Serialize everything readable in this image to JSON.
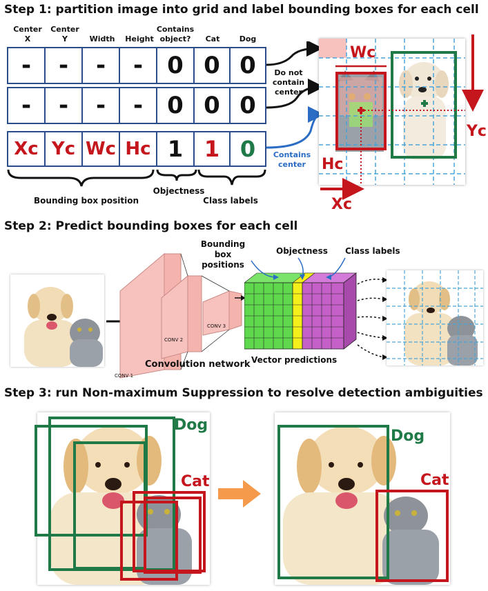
{
  "step1": {
    "title": "Step 1: partition image into grid and label bounding boxes for each cell",
    "headers": [
      "Center\nX",
      "Center\nY",
      "Width",
      "Height",
      "Contains\nobject?",
      "Cat",
      "Dog"
    ],
    "rows": [
      [
        "-",
        "-",
        "-",
        "-",
        "0",
        "0",
        "0"
      ],
      [
        "-",
        "-",
        "-",
        "-",
        "0",
        "0",
        "0"
      ],
      [
        "Xc",
        "Yc",
        "Wc",
        "Hc",
        "1",
        "1",
        "0"
      ]
    ],
    "arrow_label_no": "Do not\ncontain\ncenter",
    "arrow_label_yes": "Contains\ncenter",
    "brace_position": "Bounding box position",
    "brace_objectness": "Objectness",
    "brace_class": "Class labels",
    "grid_labels": {
      "wc": "Wc",
      "yc": "Yc",
      "hc": "Hc",
      "xc": "Xc"
    }
  },
  "step2": {
    "title": "Step 2: Predict bounding boxes for each cell",
    "conv1": "CONV 1",
    "conv2": "CONV 2",
    "conv3": "CONV 3",
    "conv_network": "Convolution network",
    "vector_predictions": "Vector  predictions",
    "bbox_positions": "Bounding box\npositions",
    "objectness": "Objectness",
    "class_labels": "Class labels"
  },
  "step3": {
    "title": "Step 3: run Non-maximum Suppression to resolve detection ambiguities",
    "dog": "Dog",
    "cat": "Cat"
  },
  "colors": {
    "red": "#c4161c",
    "green": "#1f7a47",
    "blue": "#2b4c8a",
    "grid": "#4aa3d8",
    "orange": "#f59a4a",
    "pink": "#f7c1be",
    "cube_green": "#5fd84e",
    "cube_yellow": "#f4ee1a",
    "cube_purple": "#c460c8"
  }
}
